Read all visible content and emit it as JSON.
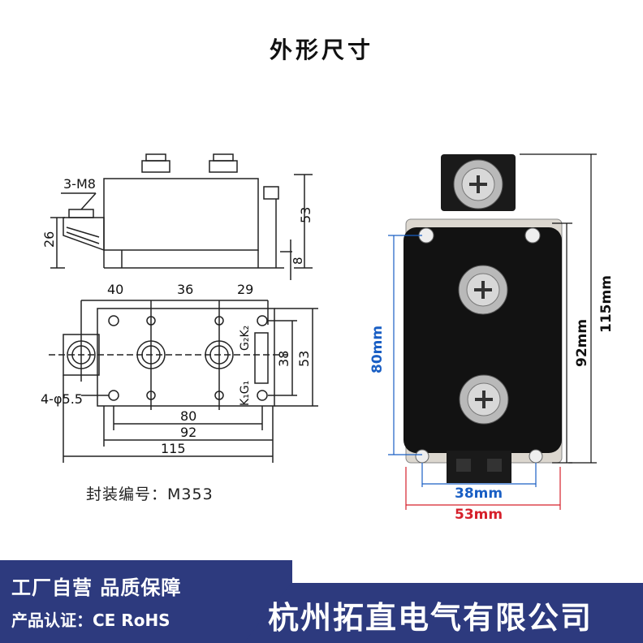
{
  "title": "外形尺寸",
  "side_view": {
    "label_thread": "3-M8",
    "dim_height": "53",
    "dim_left": "26",
    "dim_foot": "8"
  },
  "top_view": {
    "dims_top": [
      "40",
      "36",
      "29"
    ],
    "dim_38": "38",
    "dim_53": "53",
    "dim_80": "80",
    "dim_92": "92",
    "dim_115": "115",
    "hole_label": "4-φ5.5",
    "terminal_upper": "G₂K₂",
    "terminal_lower": "K₁G₁"
  },
  "photo": {
    "dim_80": "80mm",
    "dim_92": "92mm",
    "dim_115": "115mm",
    "dim_38": "38mm",
    "dim_53": "53mm",
    "colors": {
      "blue": "#1a5fc4",
      "red": "#d6202b",
      "body": "#121212"
    }
  },
  "package_code": "封装编号：M353",
  "banner": {
    "line1": "工厂自营  品质保障",
    "line2": "产品认证：CE RoHS",
    "company": "杭州拓直电气有限公司",
    "color": "#2d3a7e"
  }
}
